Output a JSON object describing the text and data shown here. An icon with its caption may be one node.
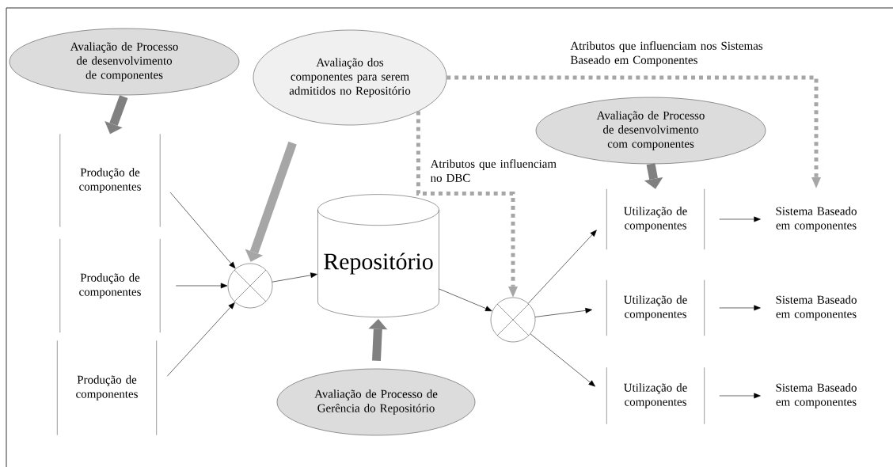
{
  "diagram": {
    "nodes": [
      {
        "text": [
          "Avaliação de Processo de desenvolvimento de componentes"
        ]
      },
      {
        "text": [
          "Avaliação dos componentes para serem admitidos no Repositório"
        ]
      },
      {
        "text": [
          "Avaliação de Processo de desenvolvimento com componentes"
        ]
      },
      {
        "text": [
          "Produção de componentes"
        ]
      },
      {
        "text": [
          "Produção de componentes"
        ]
      },
      {
        "text": [
          "Produção de componentes"
        ]
      },
      {
        "text": [],
        "shape": "circle"
      },
      {
        "text": [
          "Repositório"
        ]
      },
      {
        "text": [
          "Avaliação de Processo de Gerência do Repositório"
        ]
      },
      {
        "text": [],
        "shape": "circle"
      },
      {
        "text": [
          "Utilização de componentes"
        ]
      },
      {
        "text": [
          "Utilização de componentes"
        ]
      },
      {
        "text": [
          "Utilização de componentes"
        ]
      },
      {
        "text": [
          "Sistema Baseado em componentes"
        ]
      },
      {
        "text": [
          "Sistema Baseado em componentes"
        ]
      },
      {
        "text": [
          "Sistema Baseado em componentes"
        ]
      }
    ],
    "edges": [
      {
        "from": 0,
        "to": 3,
        "arrow": "to",
        "style": "thick",
        "color": "#808080"
      },
      {
        "from": 1,
        "to": 6,
        "arrow": "to",
        "style": "thick",
        "color": "#a6a6a6"
      },
      {
        "from": 3,
        "to": 6,
        "arrow": "to"
      },
      {
        "from": 4,
        "to": 6,
        "arrow": "to"
      },
      {
        "from": 5,
        "to": 6,
        "arrow": "to"
      },
      {
        "from": 6,
        "to": 7,
        "arrow": "to"
      },
      {
        "from": 8,
        "to": 7,
        "arrow": "to",
        "style": "thick",
        "color": "#808080"
      },
      {
        "from": 7,
        "to": 9,
        "arrow": "to"
      },
      {
        "from": 1,
        "to": 9,
        "arrow": "to",
        "style": "dashed",
        "color": "#a6a6a6",
        "label": "Atributos que influenciam no DBC"
      },
      {
        "from": 1,
        "to": 13,
        "arrow": "to",
        "style": "dashed",
        "color": "#a6a6a6",
        "label": "Atributos que influenciam nos Sistemas Baseado em Componentes"
      },
      {
        "from": 2,
        "to": 10,
        "arrow": "to",
        "style": "thick",
        "color": "#808080"
      },
      {
        "from": 9,
        "to": 10,
        "arrow": "to"
      },
      {
        "from": 9,
        "to": 11,
        "arrow": "to"
      },
      {
        "from": 9,
        "to": 12,
        "arrow": "to"
      },
      {
        "from": 10,
        "to": 13,
        "arrow": "to"
      },
      {
        "from": 11,
        "to": 14,
        "arrow": "to"
      },
      {
        "from": 12,
        "to": 15,
        "arrow": "to"
      }
    ]
  }
}
